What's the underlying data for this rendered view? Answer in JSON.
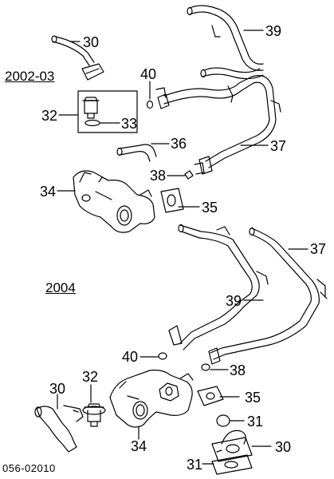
{
  "headings": {
    "year_2002_03": "2002-03",
    "year_2004": "2004"
  },
  "diagram_code": "056-02010",
  "callouts": {
    "top_30": "30",
    "top_39": "39",
    "top_40": "40",
    "top_32": "32",
    "top_33": "33",
    "top_36": "36",
    "top_37": "37",
    "top_38": "38",
    "top_34": "34",
    "top_35": "35",
    "bot_37": "37",
    "bot_39": "39",
    "bot_40": "40",
    "bot_38": "38",
    "bot_30": "30",
    "bot_32": "32",
    "bot_35": "35",
    "bot_31a": "31",
    "bot_34": "34",
    "bot_30b": "30",
    "bot_31b": "31"
  }
}
